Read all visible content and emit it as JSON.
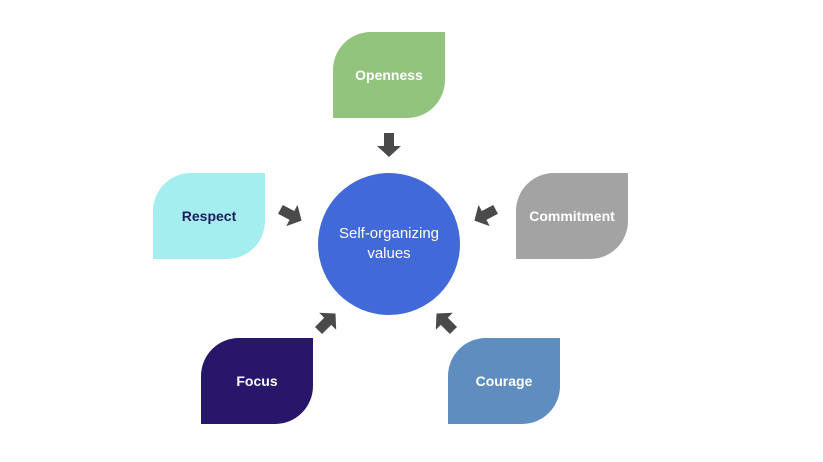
{
  "center": {
    "label": "Self-organizing values",
    "color": "#4169d8"
  },
  "values": [
    {
      "key": "openness",
      "label": "Openness",
      "fill": "#93c47d",
      "text_color": "#ffffff"
    },
    {
      "key": "respect",
      "label": "Respect",
      "fill": "#a4eef0",
      "text_color": "#1c1d5e"
    },
    {
      "key": "commitment",
      "label": "Commitment",
      "fill": "#a3a3a3",
      "text_color": "#ffffff"
    },
    {
      "key": "focus",
      "label": "Focus",
      "fill": "#28166b",
      "text_color": "#ffffff"
    },
    {
      "key": "courage",
      "label": "Courage",
      "fill": "#5f8dbf",
      "text_color": "#ffffff"
    }
  ],
  "arrow_color": "#4a4a4a"
}
